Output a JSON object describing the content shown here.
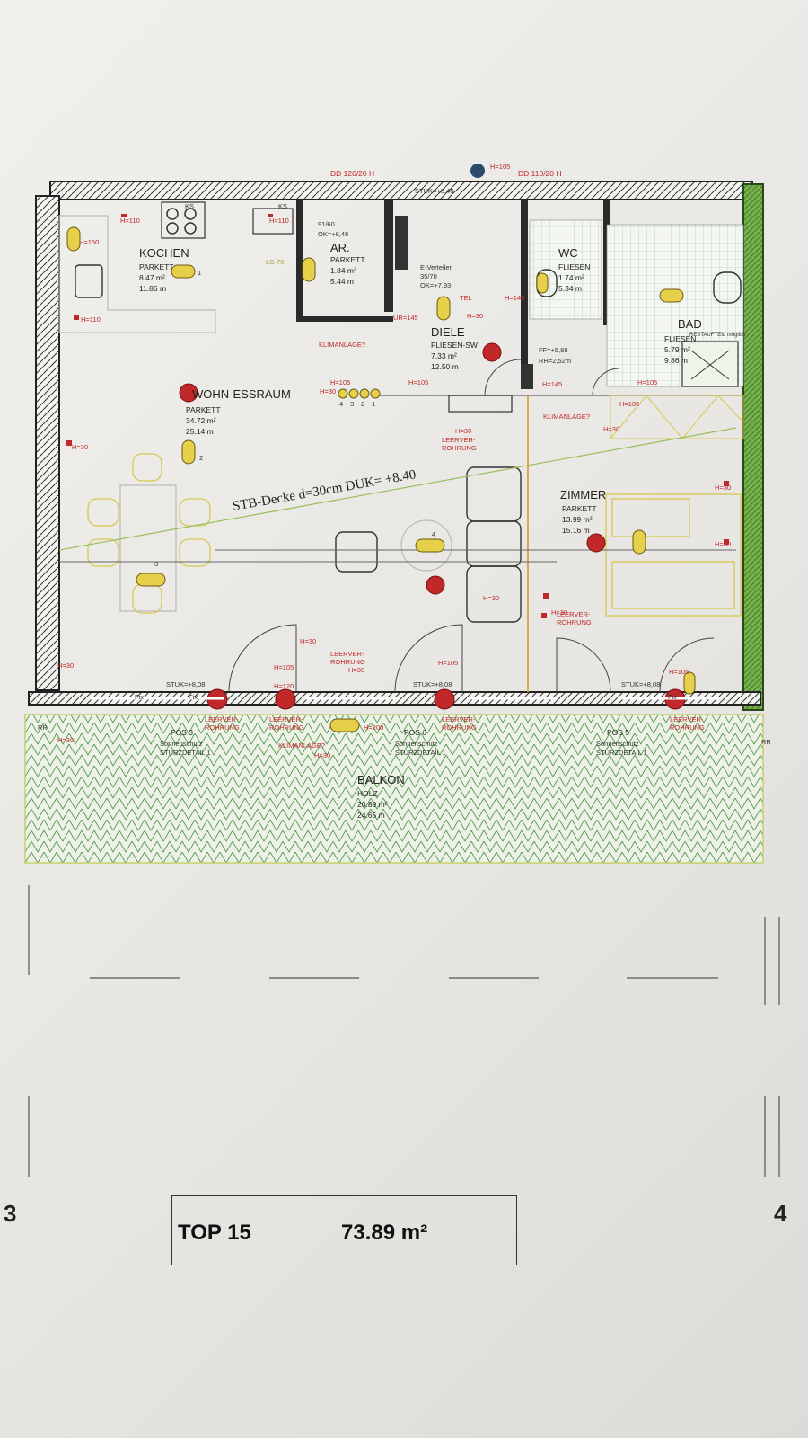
{
  "header": {
    "dd_left": "DD 120/20 H",
    "dd_right": "DD 110/20 H",
    "stuk_top": "STUK=+8,40",
    "h105_top": "H=105"
  },
  "rooms": {
    "kochen": {
      "name": "KOCHEN",
      "floor": "PARKETT",
      "area": "8.47 m²",
      "perimeter": "11.86 m"
    },
    "ar": {
      "name": "AR.",
      "floor": "PARKETT",
      "area": "1.84 m²",
      "perimeter": "5.44 m",
      "door": "91/60",
      "ok": "OK=+8,48"
    },
    "wc": {
      "name": "WC",
      "floor": "FLIESEN",
      "area": "1.74 m²",
      "perimeter": "5.34 m"
    },
    "bad": {
      "name": "BAD",
      "floor": "FLIESEN",
      "area": "5.79 m²",
      "perimeter": "9.86 m",
      "note": "RESTAUFTEIL möglich"
    },
    "diele": {
      "name": "DIELE",
      "floor": "FLIESEN-SW",
      "area": "7.33 m²",
      "perimeter": "12.50 m",
      "verteiler": "E-Verteiler",
      "verteiler_size": "35/70",
      "verteiler_ok": "OK=+7,93"
    },
    "wohnen": {
      "name": "WOHN-ESSRAUM",
      "floor": "PARKETT",
      "area": "34.72 m²",
      "perimeter": "25.14 m"
    },
    "zimmer": {
      "name": "ZIMMER",
      "floor": "PARKETT",
      "area": "13.99 m²",
      "perimeter": "15.16 m"
    },
    "balkon": {
      "name": "BALKON",
      "floor": "HOLZ",
      "area": "20.89 m²",
      "perimeter": "24.65 m"
    }
  },
  "labels": {
    "ceiling": "STB-Decke d=30cm DUK= +8.40",
    "ff": "FF=+5,88",
    "rh": "RH=2,52m",
    "tel": "TEL",
    "klimaanlage": "KLIMANLAGE?",
    "leerverrohrung_1": "LEERVER-",
    "leerverrohrung_2": "ROHRUNG",
    "stuk_808": "STUK=+8,08",
    "fix": "Fix",
    "pos3": "POS 3",
    "pos6": "POS 6",
    "pos5": "POS 5",
    "sonnenschutz": "Sonnenschutz",
    "sturzdetail": "STURZDETAIL 1",
    "rr": "RR",
    "h30": "H=30",
    "h105": "H=105",
    "h110": "H=110",
    "h150": "H=150",
    "h145": "H=145",
    "h80": "H=80",
    "h120": "H=120",
    "h200": "H=200",
    "ur145": "UR=145",
    "ks": "KS",
    "lg": "LG 70"
  },
  "circuit_numbers": [
    "4",
    "3",
    "2",
    "1"
  ],
  "symbols": {
    "kochen_mark": "1",
    "wohnen_mark": "2",
    "table_mark": "3",
    "center_mark": "4"
  },
  "title": {
    "top": "TOP 15",
    "area": "73.89 m²"
  },
  "axes": {
    "left": "3",
    "right": "4"
  },
  "colors": {
    "wall": "#2a2a2a",
    "hatch": "#3a8a3a",
    "red": "#c0282a",
    "yellow": "#e6d04a",
    "furniture": "#d8c850"
  }
}
